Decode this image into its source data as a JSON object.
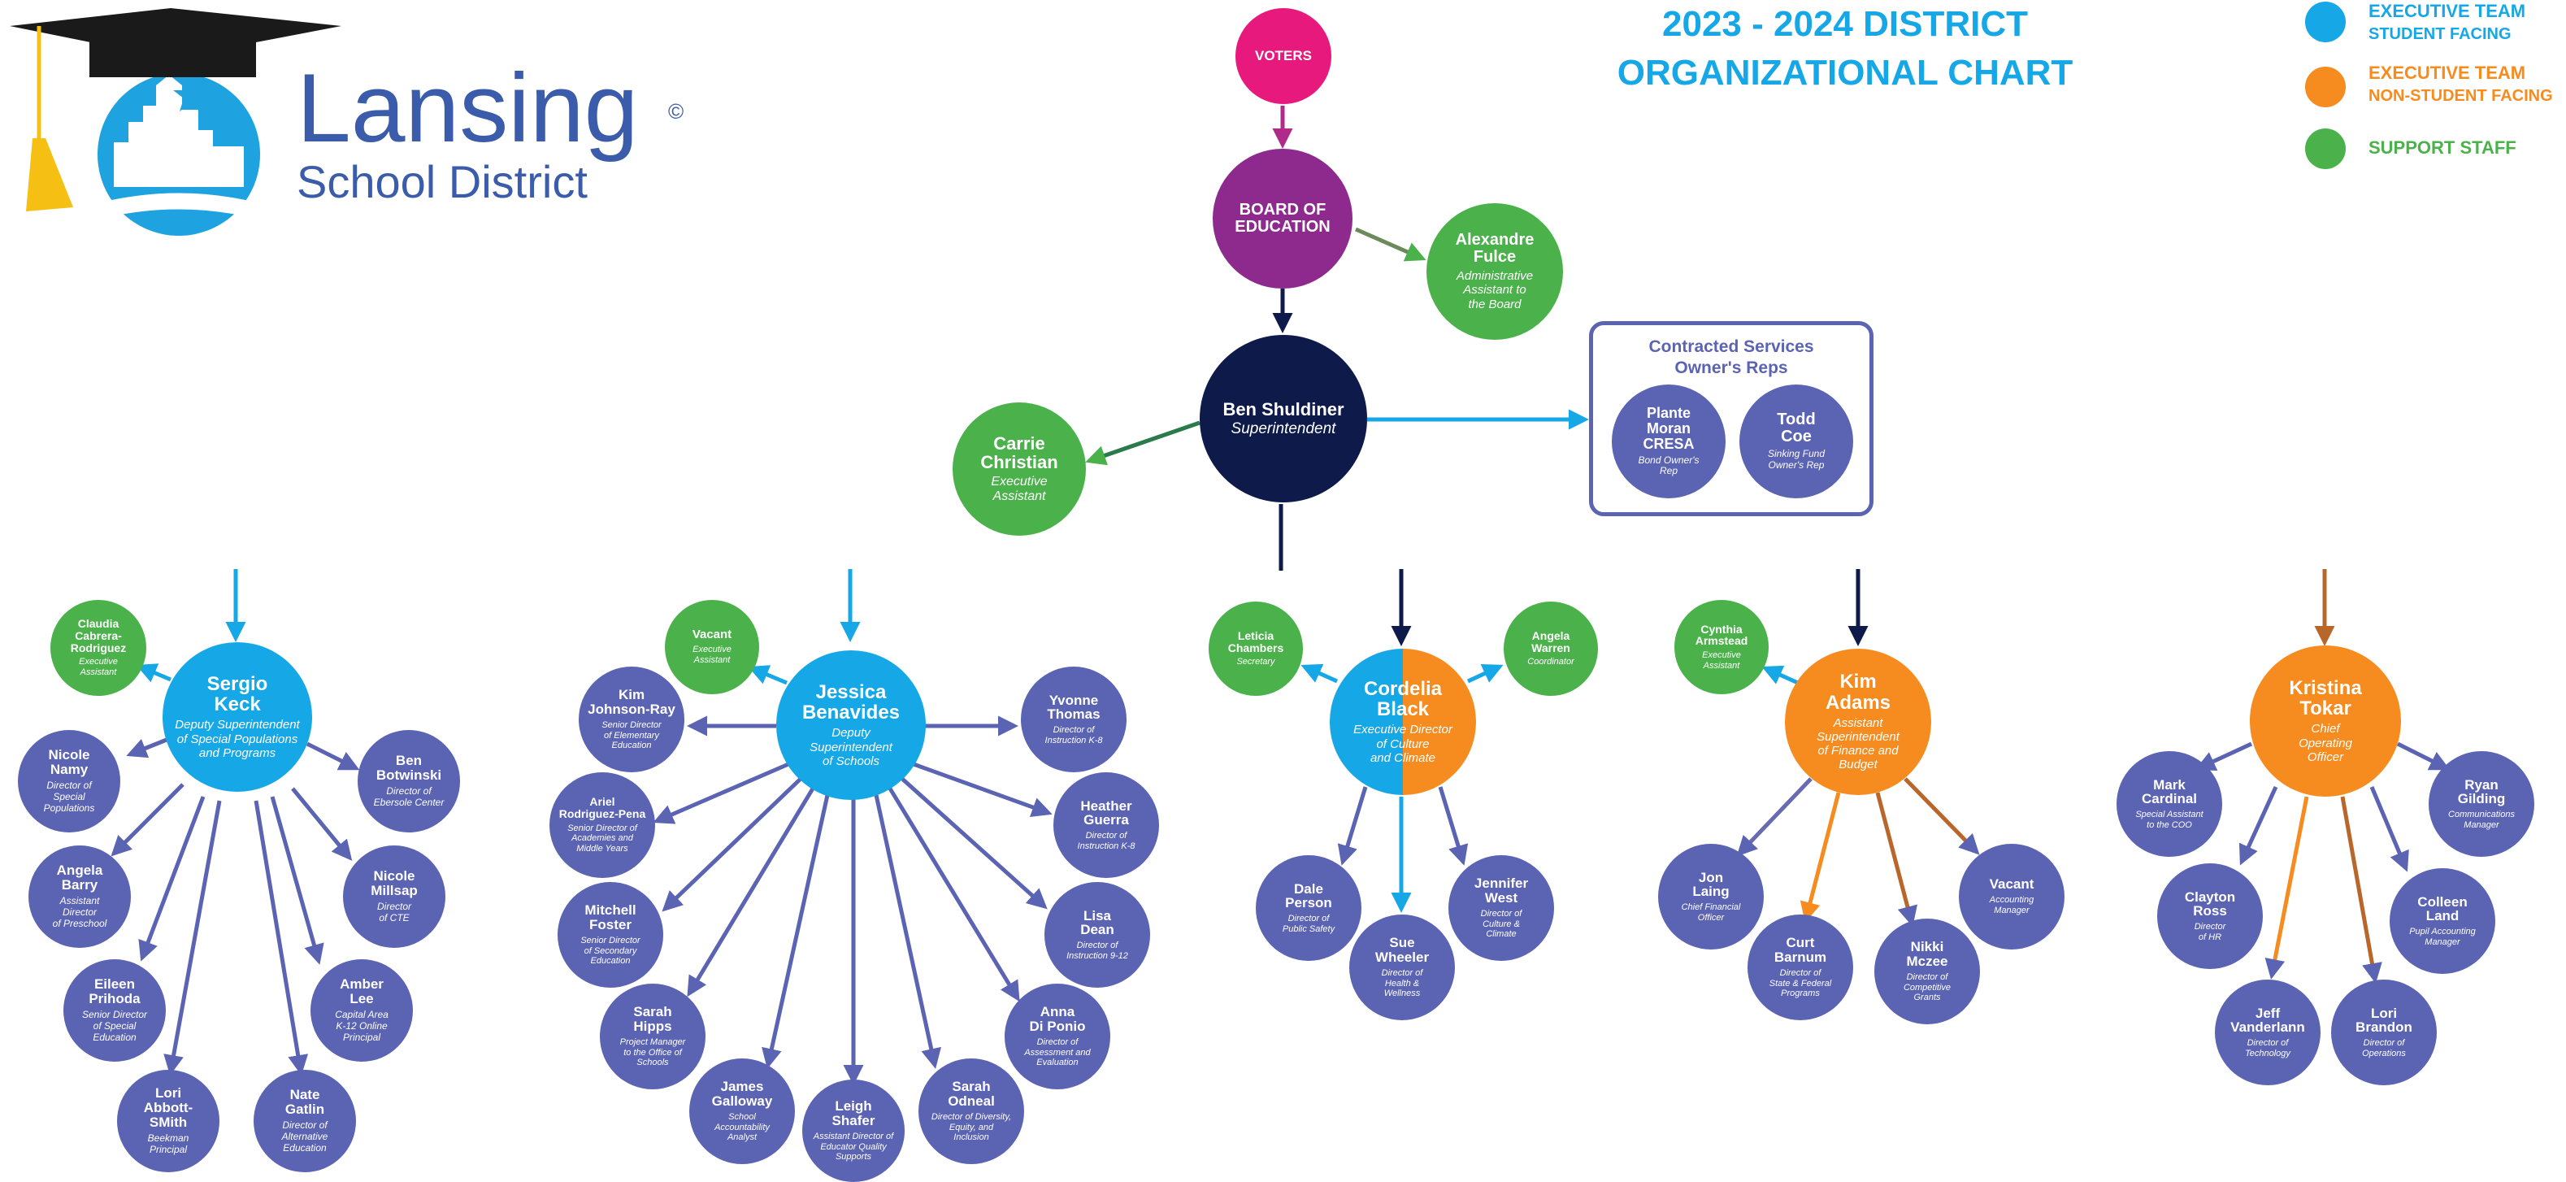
{
  "colors": {
    "student_facing": "#16a7e7",
    "non_student_facing": "#f68b1f",
    "support_staff": "#4bb24b",
    "staff": "#5b63b3",
    "superintendent": "#0d1a4a",
    "board": "#8e2a8e",
    "voters": "#e8197d"
  },
  "title": {
    "line1": "2023 - 2024 DISTRICT",
    "line2": "ORGANIZATIONAL CHART"
  },
  "logo": {
    "name": "Lansing",
    "sub": "School District",
    "mark": "©"
  },
  "legend": {
    "exec_student": {
      "main": "EXECUTIVE TEAM",
      "sub": "STUDENT FACING"
    },
    "exec_non": {
      "main": "EXECUTIVE TEAM",
      "sub": "NON-STUDENT FACING"
    },
    "support": {
      "main": "SUPPORT STAFF"
    }
  },
  "top": {
    "voters": {
      "name": "VOTERS"
    },
    "board": {
      "name": "BOARD OF\nEDUCATION"
    },
    "board_assistant": {
      "name": "Alexandre\nFulce",
      "title": "Administrative\nAssistant to\nthe Board"
    },
    "superintendent": {
      "name": "Ben Shuldiner",
      "title": "Superintendent"
    },
    "exec_assistant": {
      "name": "Carrie\nChristian",
      "title": "Executive\nAssistant"
    }
  },
  "contracted": {
    "heading": "Contracted Services\nOwner's Reps",
    "reps": [
      {
        "name": "Plante\nMoran\nCRESA",
        "title": "Bond Owner's\nRep"
      },
      {
        "name": "Todd\nCoe",
        "title": "Sinking Fund\nOwner's Rep"
      }
    ]
  },
  "divisions": {
    "keck": {
      "head": {
        "name": "Sergio\nKeck",
        "title": "Deputy Superintendent\nof Special Populations\nand Programs"
      },
      "assistant": {
        "name": "Claudia\nCabrera-\nRodriguez",
        "title": "Executive\nAssistant"
      },
      "staff": [
        {
          "name": "Nicole\nNamy",
          "title": "Director of\nSpecial\nPopulations"
        },
        {
          "name": "Ben\nBotwinski",
          "title": "Director of\nEbersole Center"
        },
        {
          "name": "Angela\nBarry",
          "title": "Assistant\nDirector\nof Preschool"
        },
        {
          "name": "Nicole\nMillsap",
          "title": "Director\nof CTE"
        },
        {
          "name": "Eileen\nPrihoda",
          "title": "Senior Director\nof Special\nEducation"
        },
        {
          "name": "Amber\nLee",
          "title": "Capital Area\nK-12 Online\nPrincipal"
        },
        {
          "name": "Lori\nAbbott-SMith",
          "title": "Beekman\nPrincipal"
        },
        {
          "name": "Nate\nGatlin",
          "title": "Director of\nAlternative\nEducation"
        }
      ]
    },
    "benavides": {
      "head": {
        "name": "Jessica\nBenavides",
        "title": "Deputy\nSuperintendent\nof Schools"
      },
      "assistant": {
        "name": "Vacant",
        "title": "Executive\nAssistant"
      },
      "staff": [
        {
          "name": "Kim\nJohnson-Ray",
          "title": "Senior Director\nof Elementary\nEducation"
        },
        {
          "name": "Yvonne\nThomas",
          "title": "Director of\nInstruction K-8"
        },
        {
          "name": "Ariel\nRodriguez-Pena",
          "title": "Senior Director of\nAcademies and\nMiddle Years"
        },
        {
          "name": "Heather\nGuerra",
          "title": "Director of\nInstruction K-8"
        },
        {
          "name": "Mitchell\nFoster",
          "title": "Senior Director\nof Secondary\nEducation"
        },
        {
          "name": "Lisa\nDean",
          "title": "Director of\nInstruction 9-12"
        },
        {
          "name": "Sarah\nHipps",
          "title": "Project Manager\nto the Office of\nSchools"
        },
        {
          "name": "Anna\nDi Ponio",
          "title": "Director of\nAssessment and\nEvaluation"
        },
        {
          "name": "James\nGalloway",
          "title": "School\nAccountability\nAnalyst"
        },
        {
          "name": "Sarah\nOdneal",
          "title": "Director of Diversity,\nEquity, and\nInclusion"
        },
        {
          "name": "Leigh\nShafer",
          "title": "Assistant Director of\nEducator Quality\nSupports"
        }
      ]
    },
    "black": {
      "head": {
        "name": "Cordelia\nBlack",
        "title": "Executive Director\nof Culture\nand Climate"
      },
      "assistant_left": {
        "name": "Leticia\nChambers",
        "title": "Secretary"
      },
      "assistant_right": {
        "name": "Angela\nWarren",
        "title": "Coordinator"
      },
      "staff": [
        {
          "name": "Dale\nPerson",
          "title": "Director of\nPublic Safety"
        },
        {
          "name": "Jennifer\nWest",
          "title": "Director of\nCulture &\nClimate"
        },
        {
          "name": "Sue\nWheeler",
          "title": "Director of\nHealth &\nWellness"
        }
      ]
    },
    "adams": {
      "head": {
        "name": "Kim\nAdams",
        "title": "Assistant\nSuperintendent\nof Finance and\nBudget"
      },
      "assistant": {
        "name": "Cynthia\nArmstead",
        "title": "Executive\nAssistant"
      },
      "staff": [
        {
          "name": "Jon\nLaing",
          "title": "Chief Financial\nOfficer"
        },
        {
          "name": "Vacant",
          "title": "Accounting\nManager"
        },
        {
          "name": "Curt\nBarnum",
          "title": "Director of\nState & Federal\nPrograms"
        },
        {
          "name": "Nikki\nMczee",
          "title": "Director of\nCompetitive\nGrants"
        }
      ]
    },
    "tokar": {
      "head": {
        "name": "Kristina\nTokar",
        "title": "Chief\nOperating\nOfficer"
      },
      "staff": [
        {
          "name": "Mark\nCardinal",
          "title": "Special Assistant\nto the COO"
        },
        {
          "name": "Ryan\nGilding",
          "title": "Communications\nManager"
        },
        {
          "name": "Clayton\nRoss",
          "title": "Director\nof HR"
        },
        {
          "name": "Colleen\nLand",
          "title": "Pupil Accounting\nManager"
        },
        {
          "name": "Jeff\nVanderlann",
          "title": "Director of\nTechnology"
        },
        {
          "name": "Lori\nBrandon",
          "title": "Director of\nOperations"
        }
      ]
    }
  }
}
